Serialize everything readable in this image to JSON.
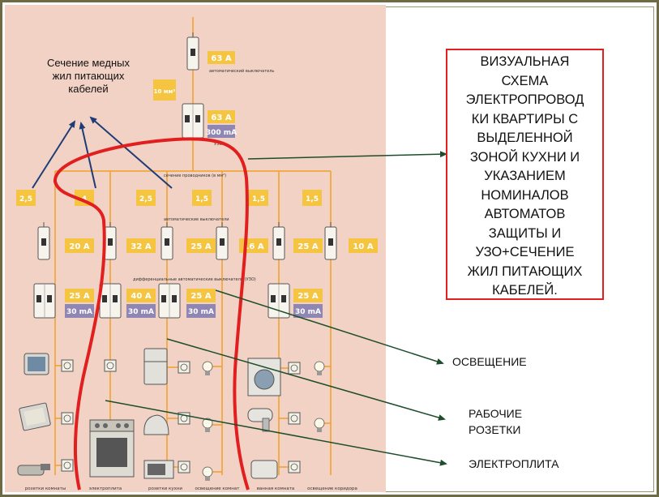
{
  "caption": "Сечение медных жил питающих кабелей",
  "main_text": "ВИЗУАЛЬНАЯ СХЕМА ЭЛЕКТРОПРОВОДКИ КВАРТИРЫ С ВЫДЕЛЕННОЙ ЗОНОЙ КУХНИ И УКАЗАНИЕМ НОМИНАЛОВ АВТОМАТОВ ЗАЩИТЫ И УЗО+СЕЧЕНИЕ ЖИЛ ПИТАЮЩИХ КАБЕЛЕЙ.",
  "main_lines": [
    "ВИЗУАЛЬНАЯ",
    "СХЕМА",
    "ЭЛЕКТРОПРОВОД",
    "КИ КВАРТИРЫ С",
    "ВЫДЕЛЕННОЙ",
    "ЗОНОЙ КУХНИ И",
    "УКАЗАНИЕМ",
    "НОМИНАЛОВ",
    "АВТОМАТОВ",
    "ЗАЩИТЫ И",
    "УЗО+СЕЧЕНИЕ",
    "ЖИЛ ПИТАЮЩИХ",
    "КАБЕЛЕЙ."
  ],
  "outputs": {
    "lighting": "ОСВЕЩЕНИЕ",
    "sockets_1": "РАБОЧИЕ",
    "sockets_2": "РОЗЕТКИ",
    "stove": "ЭЛЕКТРОПЛИТА"
  },
  "main_breaker": {
    "rating": "63 А",
    "caption": "автоматический выключатель"
  },
  "main_cable": {
    "section": "10 мм²"
  },
  "rcd_main": {
    "rating": "63 А",
    "leak": "300 mA",
    "caption": "УЗО"
  },
  "labels": {
    "sections": "сечение проводников (в мм²)",
    "breakers": "автоматические выключатели",
    "difs": "дифференциальные автоматические выключатели (УЗО)"
  },
  "cable_sections": [
    "2,5",
    "4",
    "2,5",
    "1,5",
    "1,5",
    "1,5"
  ],
  "breakers": [
    "20 А",
    "32 А",
    "25 А",
    "16 А",
    "25 А",
    "10 А"
  ],
  "difs": [
    {
      "rating": "25 А",
      "leak": "30 mA"
    },
    {
      "rating": "40 А",
      "leak": "30 mA"
    },
    {
      "rating": "25 А",
      "leak": "30 mA"
    },
    {
      "rating": "25 А",
      "leak": "30 mA"
    }
  ],
  "bottom_labels": [
    "розетки комнаты",
    "электроплита",
    "розетки кухни",
    "освещение комнат",
    "ванная комната",
    "освещение коридора"
  ],
  "colors": {
    "panel": "#f2d2c4",
    "wire": "#f2a02a",
    "badge": "#f5c542",
    "leak_badge": "#8f86b4",
    "red_zone": "#e21f1f",
    "pointer": "#1e4d2b",
    "caption_arrow": "#1e3c78"
  }
}
